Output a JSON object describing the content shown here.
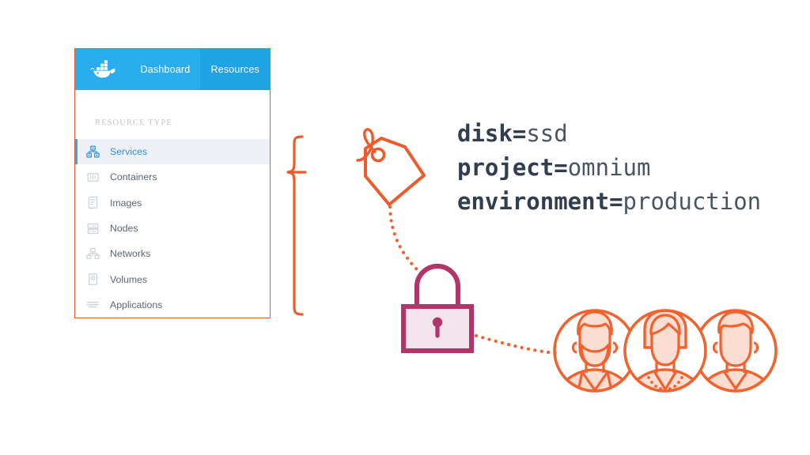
{
  "colors": {
    "docker_blue": "#29ADEE",
    "docker_blue_active": "#1FA3E4",
    "accent_orange": "#EE5A2B",
    "lock_plum": "#B3336B",
    "lock_fill": "#F2E3EC",
    "avatar_fill": "#FBDDD1",
    "selected_row_bg": "#EDF1F5",
    "text_grey": "#5A6673"
  },
  "panel": {
    "logo_icon": "docker-whale-icon",
    "tabs": [
      {
        "label": "Dashboard",
        "active": false
      },
      {
        "label": "Resources",
        "active": true
      }
    ],
    "section_label": "RESOURCE TYPE",
    "items": [
      {
        "label": "Services",
        "icon": "services-icon",
        "selected": true
      },
      {
        "label": "Containers",
        "icon": "containers-icon",
        "selected": false
      },
      {
        "label": "Images",
        "icon": "images-icon",
        "selected": false
      },
      {
        "label": "Nodes",
        "icon": "nodes-icon",
        "selected": false
      },
      {
        "label": "Networks",
        "icon": "networks-icon",
        "selected": false
      },
      {
        "label": "Volumes",
        "icon": "volumes-icon",
        "selected": false
      },
      {
        "label": "Applications",
        "icon": "applications-icon",
        "selected": false
      }
    ]
  },
  "labels": [
    {
      "key": "disk",
      "eq": "=",
      "value": "ssd"
    },
    {
      "key": "project",
      "eq": "=",
      "value": "omnium"
    },
    {
      "key": "environment",
      "eq": "=",
      "value": "production"
    }
  ],
  "diagram": {
    "brace_icon": "curly-brace-icon",
    "tag_icon": "price-tag-icon",
    "lock_icon": "padlock-icon",
    "people_icon": "three-users-icon",
    "connector_tag_to_lock": "dotted-connector",
    "connector_lock_to_people": "dotted-connector"
  }
}
